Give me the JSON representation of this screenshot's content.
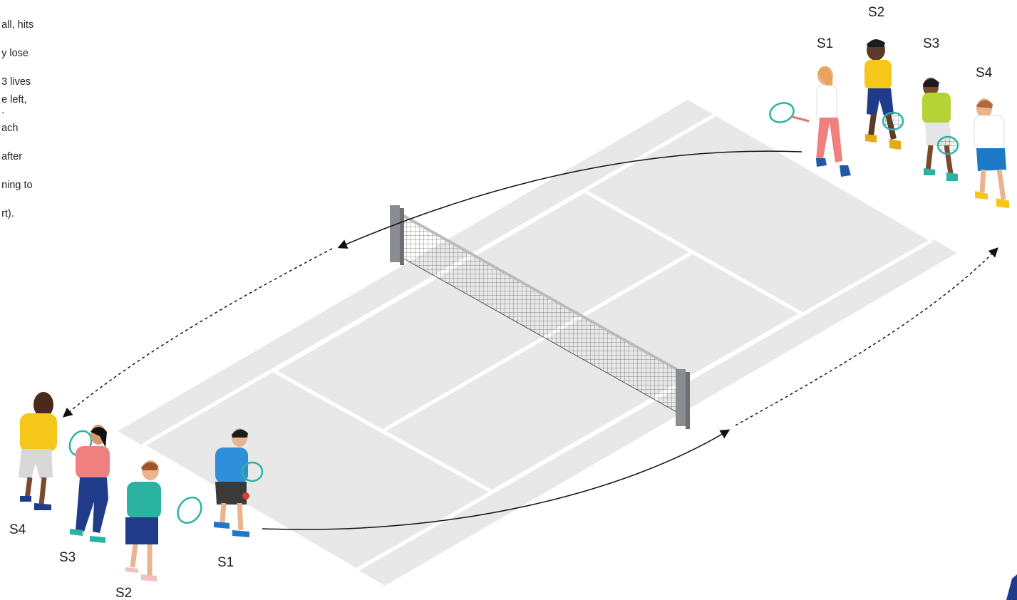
{
  "instructions": {
    "lines_top": [
      "all, hits",
      "y lose",
      "3 lives",
      "."
    ],
    "lines_bottom": [
      "e left,",
      "ach",
      "after",
      "ning to",
      "rt)."
    ]
  },
  "players": {
    "far_team": [
      "S1",
      "S2",
      "S3",
      "S4"
    ],
    "near_team": [
      "S1",
      "S2",
      "S3",
      "S4"
    ]
  },
  "colors": {
    "court": "#e8e8e9",
    "court_lines": "#ffffff",
    "net_post": "#8a8c8f",
    "arrows": "#111111"
  }
}
